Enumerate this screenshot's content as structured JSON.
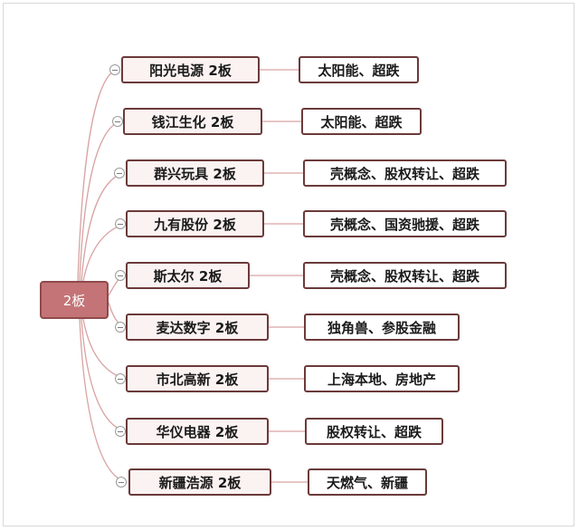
{
  "root": {
    "label": "2板"
  },
  "branches": [
    {
      "label": "阳光电源  2板",
      "detail": "太阳能、超跌"
    },
    {
      "label": "钱江生化  2板",
      "detail": "太阳能、超跌"
    },
    {
      "label": "群兴玩具  2板",
      "detail": "壳概念、股权转让、超跌"
    },
    {
      "label": "九有股份  2板",
      "detail": "壳概念、国资驰援、超跌"
    },
    {
      "label": "斯太尔  2板",
      "detail": "壳概念、股权转让、超跌"
    },
    {
      "label": "麦达数字  2板",
      "detail": "独角兽、参股金融"
    },
    {
      "label": "市北高新  2板",
      "detail": "上海本地、房地产"
    },
    {
      "label": "华仪电器  2板",
      "detail": "股权转让、超跌"
    },
    {
      "label": "新疆浩源  2板",
      "detail": "天燃气、新疆"
    }
  ],
  "colors": {
    "root_fill": "#c47476",
    "root_border": "#8e4a4c",
    "node_fill": "#fbf2f2",
    "node_border": "#6b3a3a",
    "link": "#d9a3a3"
  }
}
